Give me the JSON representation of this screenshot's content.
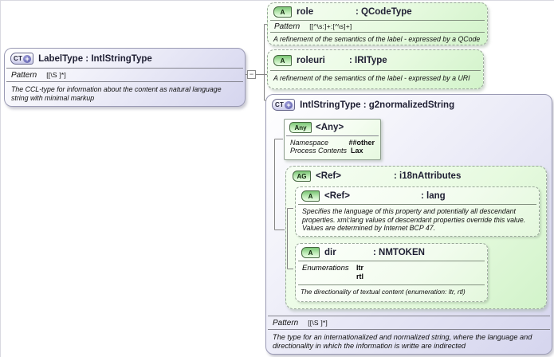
{
  "icons": {
    "ct": "CT",
    "ct_plus": "+",
    "attr": "A",
    "attr_group": "AG",
    "any": "Any"
  },
  "connector": {
    "collapse_glyph": "−"
  },
  "label_type": {
    "title": "LabelType : IntlStringType",
    "pattern_label": "Pattern",
    "pattern_value": "[[\\S ]*]",
    "description": "The CCL-type for information about the content as natural language string with minimal markup"
  },
  "role": {
    "name": "role",
    "type": ": QCodeType",
    "pattern_label": "Pattern",
    "pattern_value": "[[^\\s:]+:[^\\s]+]",
    "description": "A refinement of the semantics of the label - expressed by a QCode"
  },
  "roleuri": {
    "name": "roleuri",
    "type": ": IRIType",
    "description": "A refinement of the semantics of the label - expressed by a URI"
  },
  "intl_string_type": {
    "title": "IntlStringType : g2normalizedString",
    "any": {
      "name": "<Any>",
      "namespace_label": "Namespace",
      "namespace_value": "##other",
      "process_label": "Process Contents",
      "process_value": "Lax"
    },
    "i18n_attributes": {
      "name": "<Ref>",
      "type": ": i18nAttributes",
      "lang": {
        "name": "<Ref>",
        "type": ": lang",
        "description": "Specifies the language of this property and potentially all descendant properties. xml:lang values of descendant properties override this value. Values are determined by Internet BCP 47."
      },
      "dir": {
        "name": "dir",
        "type": ": NMTOKEN",
        "enumerations_label": "Enumerations",
        "enumerations": [
          "ltr",
          "rtl"
        ],
        "description": "The directionality of textual content (enumeration: ltr, rtl)"
      }
    },
    "pattern_label": "Pattern",
    "pattern_value": "[[\\S ]*]",
    "description": "The type for an internationalized and normalized string, where the language and directionality in which the information is writte are indirected"
  }
}
